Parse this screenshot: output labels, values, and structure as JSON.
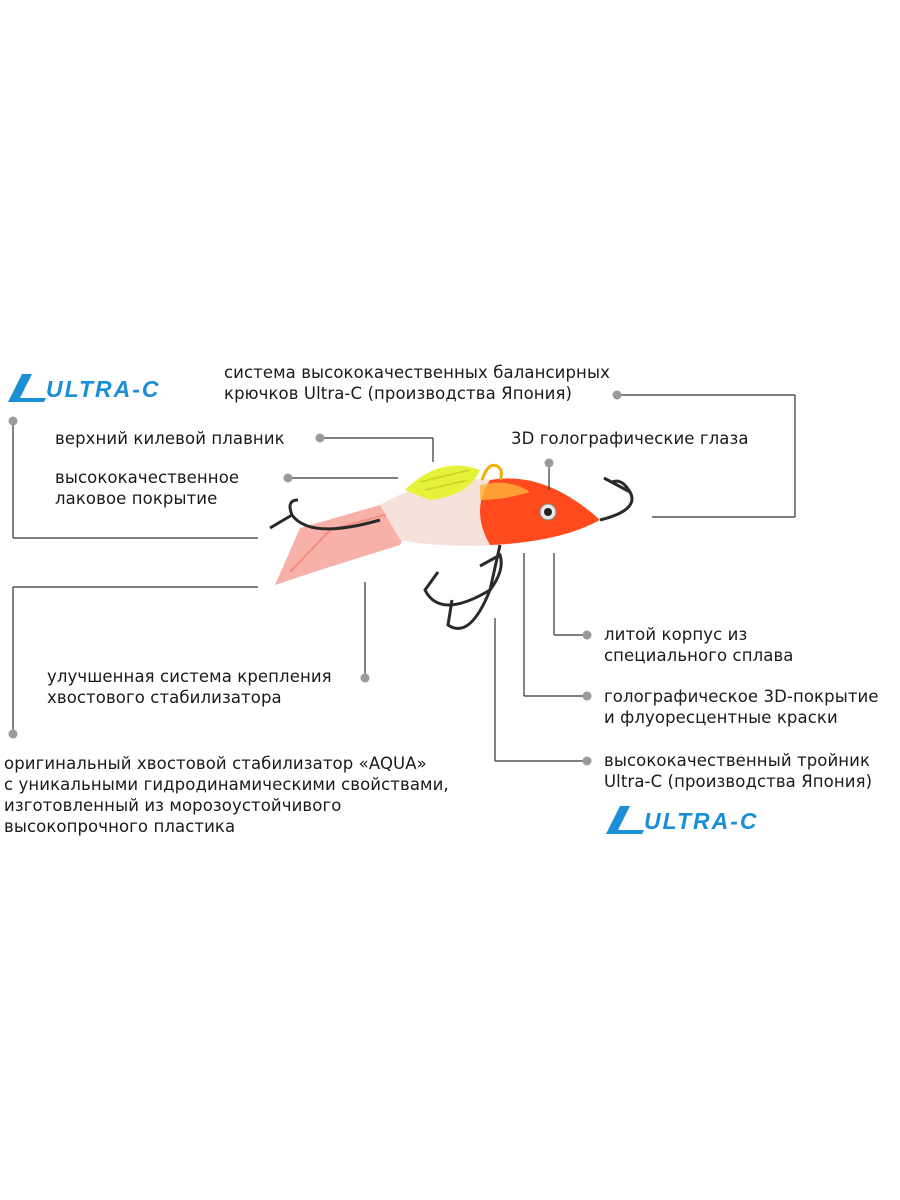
{
  "brand": {
    "logo_text": "ULTRA-C",
    "color": "#1a8fd6"
  },
  "annotations": {
    "hooks_system": "система высококачественных балансирных\nкрючков Ultra-C (производства Япония)",
    "top_fin": "верхний килевой плавник",
    "lacquer": "высококачественное\nлаковое покрытие",
    "eyes": "3D голографические глаза",
    "body": "литой корпус из\nспециального сплава",
    "coating": "голографическое 3D-покрытие\nи флуоресцентные краски",
    "treble_hook": "высококачественный тройник\nUltra-C (производства Япония)",
    "tail_mount": "улучшенная система крепления\nхвостового стабилизатора",
    "tail_stabilizer": "оригинальный хвостовой стабилизатор «AQUA»\nс уникальными гидродинамическими свойствами,\nизготовленный из морозоустойчивого\nвысокопрочного пластика"
  },
  "colors": {
    "leader_line": "#333333",
    "leader_dot": "#9a9a9a",
    "lure_head": "#ff4a1e",
    "lure_fin": "#e6f23a",
    "lure_tail": "#f7a39a"
  }
}
